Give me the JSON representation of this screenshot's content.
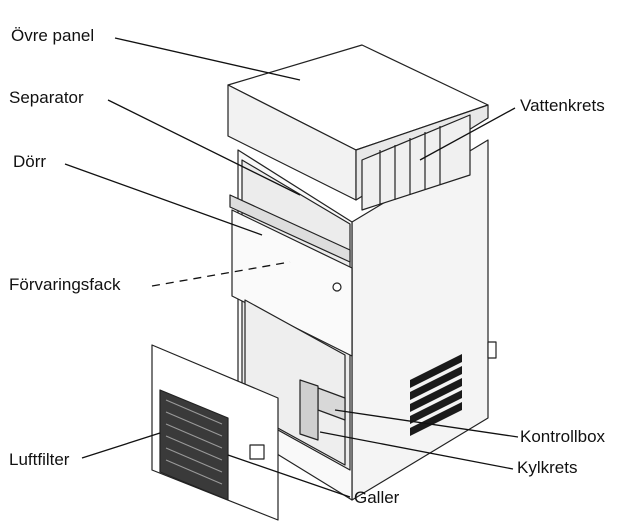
{
  "labels": {
    "top_panel": "Övre panel",
    "separator": "Separator",
    "door": "Dörr",
    "storage_compartment": "Förvaringsfack",
    "air_filter": "Luftfilter",
    "water_circuit": "Vattenkrets",
    "control_box": "Kontrollbox",
    "cooling_circuit": "Kylkrets",
    "grille": "Galler"
  }
}
